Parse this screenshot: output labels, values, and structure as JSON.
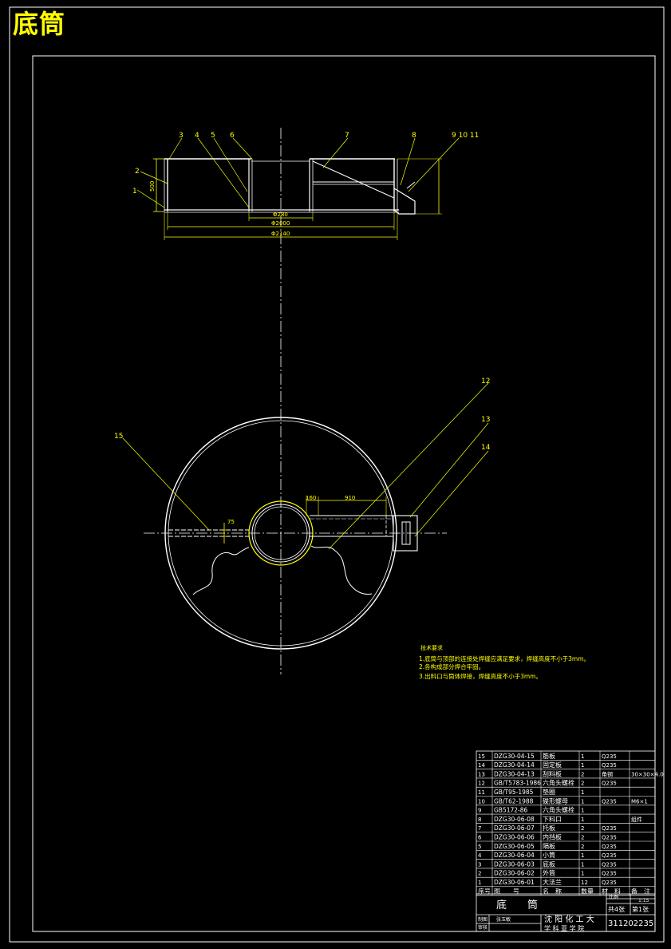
{
  "title": "底筒",
  "colors": {
    "background": "#000000",
    "drawing": "#ffffff",
    "annotation": "#ffff00",
    "leader": "#ffff00"
  },
  "front_view": {
    "balloons": [
      "1",
      "2",
      "3",
      "4",
      "5",
      "6",
      "7",
      "8",
      "9 10 11"
    ],
    "dims": {
      "height": "500",
      "inner": "Φ280",
      "middle": "Φ2000",
      "outer": "Φ2140"
    }
  },
  "plan_view": {
    "balloons": [
      "12",
      "13",
      "14",
      "15"
    ],
    "dims": {
      "d160": "160",
      "d910": "910",
      "d75": "75"
    }
  },
  "tech_notes": {
    "heading": "技术要求",
    "lines": [
      "1.底筒与顶部的连接处焊缝应满足要求，焊缝高度不小于3mm。",
      "2.各构成部分焊合牢固。",
      "3.出料口与筒体焊接，焊缝高度不小于3mm。"
    ]
  },
  "bom": {
    "header": [
      "序号",
      "图　　号",
      "名　称",
      "数量",
      "材　料",
      "备　注"
    ],
    "rows": [
      {
        "no": "15",
        "code": "DZG30-04-15",
        "name": "筋板",
        "qty": "1",
        "material": "Q235",
        "note": ""
      },
      {
        "no": "14",
        "code": "DZG30-04-14",
        "name": "固定板",
        "qty": "1",
        "material": "Q235",
        "note": ""
      },
      {
        "no": "13",
        "code": "DZG30-04-13",
        "name": "刮料板",
        "qty": "2",
        "material": "角钢",
        "note": "30×30×4.0"
      },
      {
        "no": "12",
        "code": "GB/T5783-1986",
        "name": "六角头螺栓",
        "qty": "2",
        "material": "Q235",
        "note": ""
      },
      {
        "no": "11",
        "code": "GB/T95-1985",
        "name": "垫圈",
        "qty": "1",
        "material": "",
        "note": ""
      },
      {
        "no": "10",
        "code": "GB/T62-1988",
        "name": "碟形螺母",
        "qty": "1",
        "material": "Q235",
        "note": "M6×1"
      },
      {
        "no": "9",
        "code": "GB5172-86",
        "name": "六角头螺栓",
        "qty": "1",
        "material": "",
        "note": ""
      },
      {
        "no": "8",
        "code": "DZG30-06-08",
        "name": "下料口",
        "qty": "1",
        "material": "",
        "note": "组件"
      },
      {
        "no": "7",
        "code": "DZG30-06-07",
        "name": "托板",
        "qty": "2",
        "material": "Q235",
        "note": ""
      },
      {
        "no": "6",
        "code": "DZG30-06-06",
        "name": "内挡板",
        "qty": "2",
        "material": "Q235",
        "note": ""
      },
      {
        "no": "5",
        "code": "DZG30-06-05",
        "name": "隔板",
        "qty": "2",
        "material": "Q235",
        "note": ""
      },
      {
        "no": "4",
        "code": "DZG30-06-04",
        "name": "小筒",
        "qty": "1",
        "material": "Q235",
        "note": ""
      },
      {
        "no": "3",
        "code": "DZG30-06-03",
        "name": "底板",
        "qty": "1",
        "material": "Q235",
        "note": ""
      },
      {
        "no": "2",
        "code": "DZG30-06-02",
        "name": "外筒",
        "qty": "1",
        "material": "Q235",
        "note": ""
      },
      {
        "no": "1",
        "code": "DZG30-06-01",
        "name": "大法兰",
        "qty": "12",
        "material": "Q235",
        "note": ""
      }
    ]
  },
  "title_block": {
    "part_name": "底　　筒",
    "scale_label": "比例",
    "scale": "1:15",
    "sheet_total": "共4张",
    "sheet_no": "第1张",
    "designer_label": "制图",
    "designer": "张玉敏",
    "checker_label": "审核",
    "school_line1": "沈 阳 化 工 大",
    "school_line2": "学 科 亚 学 院",
    "drawing_no": "311202235"
  }
}
